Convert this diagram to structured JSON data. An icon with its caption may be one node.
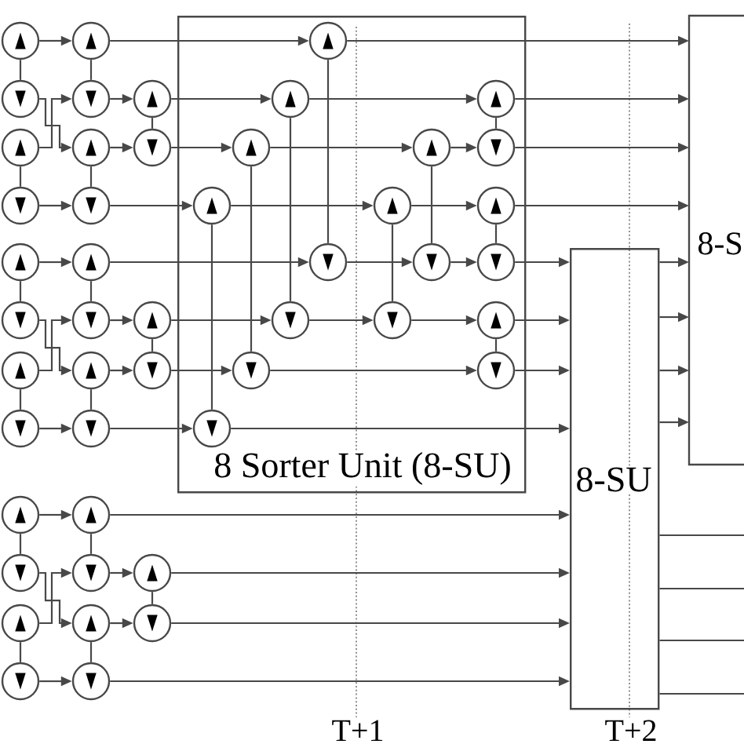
{
  "diagram": {
    "nodes": [
      {
        "text": [
          "▲"
        ]
      },
      {
        "text": [
          "▼"
        ]
      },
      {
        "text": [
          "▲"
        ]
      },
      {
        "text": [
          "▼"
        ]
      },
      {
        "text": [
          "▲"
        ]
      },
      {
        "text": [
          "▼"
        ]
      },
      {
        "text": [
          "▲"
        ]
      },
      {
        "text": [
          "▼"
        ]
      },
      {
        "text": [
          "▲"
        ]
      },
      {
        "text": [
          "▼"
        ]
      },
      {
        "text": [
          "▲"
        ]
      },
      {
        "text": [
          "▼"
        ]
      },
      {
        "text": [
          "▲"
        ]
      },
      {
        "text": [
          "▼"
        ]
      },
      {
        "text": [
          "▲"
        ]
      },
      {
        "text": [
          "▼"
        ]
      },
      {
        "text": [
          "▲"
        ]
      },
      {
        "text": [
          "▼"
        ]
      },
      {
        "text": [
          "▲"
        ]
      },
      {
        "text": [
          "▼"
        ]
      },
      {
        "text": [
          "▲"
        ]
      },
      {
        "text": [
          "▼"
        ]
      },
      {
        "text": [
          "▲"
        ]
      },
      {
        "text": [
          "▼"
        ]
      },
      {
        "text": [
          "▲"
        ]
      },
      {
        "text": [
          "▼"
        ]
      },
      {
        "text": [
          "▲"
        ]
      },
      {
        "text": [
          "▼"
        ]
      },
      {
        "text": [
          "▲"
        ]
      },
      {
        "text": [
          "▼"
        ]
      },
      {
        "text": [
          "8 Sorter Unit (8-SU)"
        ]
      },
      {
        "text": [
          "▲"
        ],
        "in": 30
      },
      {
        "text": [
          "▲"
        ],
        "in": 30
      },
      {
        "text": [
          "▲"
        ],
        "in": 30
      },
      {
        "text": [
          "▲"
        ],
        "in": 30
      },
      {
        "text": [
          "▼"
        ],
        "in": 30
      },
      {
        "text": [
          "▼"
        ],
        "in": 30
      },
      {
        "text": [
          "▼"
        ],
        "in": 30
      },
      {
        "text": [
          "▼"
        ],
        "in": 30
      },
      {
        "text": [
          "▲"
        ],
        "in": 30
      },
      {
        "text": [
          "▲"
        ],
        "in": 30
      },
      {
        "text": [
          "▼"
        ],
        "in": 30
      },
      {
        "text": [
          "▼"
        ],
        "in": 30
      },
      {
        "text": [
          "▲"
        ],
        "in": 30
      },
      {
        "text": [
          "▼"
        ],
        "in": 30
      },
      {
        "text": [
          "▲"
        ],
        "in": 30
      },
      {
        "text": [
          "▼"
        ],
        "in": 30
      },
      {
        "text": [
          "▲"
        ],
        "in": 30
      },
      {
        "text": [
          "▼"
        ],
        "in": 30
      },
      {
        "text": [
          "8-SU"
        ]
      },
      {
        "text": [
          "8-S"
        ]
      }
    ],
    "edges": [
      {
        "from": 0,
        "to": 1,
        "arrow": "none"
      },
      {
        "from": 2,
        "to": 3,
        "arrow": "none"
      },
      {
        "from": 4,
        "to": 5,
        "arrow": "none"
      },
      {
        "from": 6,
        "to": 7,
        "arrow": "none"
      },
      {
        "from": 8,
        "to": 9,
        "arrow": "none"
      },
      {
        "from": 0,
        "to": 4,
        "arrow": "to"
      },
      {
        "from": 1,
        "to": 6,
        "arrow": "to"
      },
      {
        "from": 2,
        "to": 5,
        "arrow": "to"
      },
      {
        "from": 3,
        "to": 7,
        "arrow": "to"
      },
      {
        "from": 5,
        "to": 8,
        "arrow": "to"
      },
      {
        "from": 6,
        "to": 9,
        "arrow": "to"
      },
      {
        "from": 4,
        "to": 31,
        "arrow": "to"
      },
      {
        "from": 8,
        "to": 32,
        "arrow": "to"
      },
      {
        "from": 9,
        "to": 33,
        "arrow": "to"
      },
      {
        "from": 7,
        "to": 34,
        "arrow": "to"
      },
      {
        "from": 10,
        "to": 11,
        "arrow": "none"
      },
      {
        "from": 12,
        "to": 13,
        "arrow": "none"
      },
      {
        "from": 14,
        "to": 15,
        "arrow": "none"
      },
      {
        "from": 16,
        "to": 17,
        "arrow": "none"
      },
      {
        "from": 18,
        "to": 19,
        "arrow": "none"
      },
      {
        "from": 10,
        "to": 14,
        "arrow": "to"
      },
      {
        "from": 11,
        "to": 16,
        "arrow": "to"
      },
      {
        "from": 12,
        "to": 15,
        "arrow": "to"
      },
      {
        "from": 13,
        "to": 17,
        "arrow": "to"
      },
      {
        "from": 15,
        "to": 18,
        "arrow": "to"
      },
      {
        "from": 16,
        "to": 19,
        "arrow": "to"
      },
      {
        "from": 14,
        "to": 35,
        "arrow": "to"
      },
      {
        "from": 18,
        "to": 36,
        "arrow": "to"
      },
      {
        "from": 19,
        "to": 37,
        "arrow": "to"
      },
      {
        "from": 17,
        "to": 38,
        "arrow": "to"
      },
      {
        "from": 20,
        "to": 21,
        "arrow": "none"
      },
      {
        "from": 22,
        "to": 23,
        "arrow": "none"
      },
      {
        "from": 24,
        "to": 25,
        "arrow": "none"
      },
      {
        "from": 26,
        "to": 27,
        "arrow": "none"
      },
      {
        "from": 28,
        "to": 29,
        "arrow": "none"
      },
      {
        "from": 20,
        "to": 24,
        "arrow": "to"
      },
      {
        "from": 21,
        "to": 26,
        "arrow": "to"
      },
      {
        "from": 22,
        "to": 25,
        "arrow": "to"
      },
      {
        "from": 23,
        "to": 27,
        "arrow": "to"
      },
      {
        "from": 25,
        "to": 28,
        "arrow": "to"
      },
      {
        "from": 26,
        "to": 29,
        "arrow": "to"
      },
      {
        "from": 24,
        "to": 49,
        "arrow": "to"
      },
      {
        "from": 28,
        "to": 49,
        "arrow": "to"
      },
      {
        "from": 29,
        "to": 49,
        "arrow": "to"
      },
      {
        "from": 27,
        "to": 49,
        "arrow": "to"
      },
      {
        "from": 31,
        "to": 35,
        "arrow": "none"
      },
      {
        "from": 32,
        "to": 36,
        "arrow": "none"
      },
      {
        "from": 33,
        "to": 37,
        "arrow": "none"
      },
      {
        "from": 34,
        "to": 38,
        "arrow": "none"
      },
      {
        "from": 39,
        "to": 41,
        "arrow": "none"
      },
      {
        "from": 40,
        "to": 42,
        "arrow": "none"
      },
      {
        "from": 43,
        "to": 44,
        "arrow": "none"
      },
      {
        "from": 45,
        "to": 46,
        "arrow": "none"
      },
      {
        "from": 47,
        "to": 48,
        "arrow": "none"
      },
      {
        "from": 31,
        "to": 50,
        "arrow": "to"
      },
      {
        "from": 32,
        "to": 43,
        "arrow": "to"
      },
      {
        "from": 43,
        "to": 50,
        "arrow": "to"
      },
      {
        "from": 33,
        "to": 39,
        "arrow": "to"
      },
      {
        "from": 39,
        "to": 44,
        "arrow": "to"
      },
      {
        "from": 44,
        "to": 50,
        "arrow": "to"
      },
      {
        "from": 34,
        "to": 40,
        "arrow": "to"
      },
      {
        "from": 40,
        "to": 45,
        "arrow": "to"
      },
      {
        "from": 45,
        "to": 50,
        "arrow": "to"
      },
      {
        "from": 35,
        "to": 41,
        "arrow": "to"
      },
      {
        "from": 41,
        "to": 46,
        "arrow": "to"
      },
      {
        "from": 46,
        "to": 49,
        "arrow": "to"
      },
      {
        "from": 36,
        "to": 42,
        "arrow": "to"
      },
      {
        "from": 42,
        "to": 47,
        "arrow": "to"
      },
      {
        "from": 47,
        "to": 49,
        "arrow": "to"
      },
      {
        "from": 37,
        "to": 48,
        "arrow": "to"
      },
      {
        "from": 48,
        "to": 49,
        "arrow": "to"
      },
      {
        "from": 38,
        "to": 49,
        "arrow": "to"
      },
      {
        "from": 49,
        "to": 50,
        "arrow": "to"
      },
      {
        "from": 49,
        "to": 50,
        "arrow": "to"
      },
      {
        "from": 49,
        "to": 50,
        "arrow": "to"
      },
      {
        "from": 49,
        "to": 50,
        "arrow": "to"
      },
      {
        "from": 49,
        "to": null,
        "arrow": "none"
      },
      {
        "from": 49,
        "to": null,
        "arrow": "none"
      },
      {
        "from": 49,
        "to": null,
        "arrow": "none"
      },
      {
        "from": 49,
        "to": null,
        "arrow": "none"
      }
    ],
    "labels": [
      "T+1",
      "T+2"
    ]
  }
}
